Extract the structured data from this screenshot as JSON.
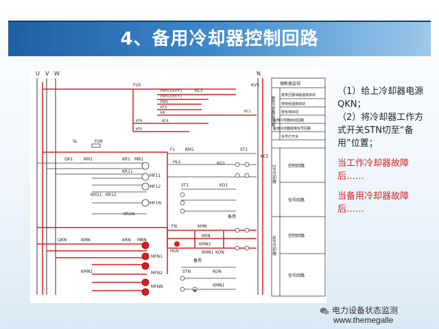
{
  "title": "4、备用冷却器控制回路",
  "notes": {
    "step1": "（1）给上冷却器电源QKN；",
    "step2": "（2）将冷却器工作方式开关STN切至“备用”位置；",
    "case1": "当工作冷却器故障后……",
    "case2": "当备用冷却器故障后……"
  },
  "footer": {
    "brand": "电力设备状态监测",
    "url": "www.themegalle"
  },
  "diagram": {
    "phases": [
      "U",
      "V",
      "W"
    ],
    "neutral": "N",
    "labels": {
      "fu5": "FU5",
      "kvs": "KVS",
      "kc3": "KC3",
      "p0p11": "P0P11(50℃)",
      "p0p12": "P0P12(55℃)",
      "pw1": "PW1",
      "kt3": "KT3",
      "ka": "KA",
      "kt4": "KT4",
      "kc4": "KC4",
      "kt5": "KT5",
      "sl": "SL",
      "fu6": "FU6",
      "qk1": "QK1",
      "km1": "KM1",
      "kr1": "KR1",
      "mb1": "MB1",
      "kr11": "KR11",
      "kr12": "KR12",
      "km11": "KM11",
      "mf11": "MF11",
      "mf12": "MF12",
      "mf1n": "MF1N",
      "kr1n": "KR1N",
      "f1": "F1",
      "hl1": "HL1",
      "st1": "ST1",
      "ko1": "KO1",
      "fn": "FN",
      "kmn": "KMN",
      "krn": "KRN",
      "kmn1": "KMN1",
      "kmn2": "KMN2",
      "hln": "HLN",
      "kon": "KON",
      "stn": "STN",
      "qkn": "QKN",
      "mbn": "MBN",
      "mfn1": "MFN1",
      "mfn2": "MFN2",
      "mfnn": "MFNN",
      "beiyong": "备用",
      "kc5": "KC5",
      "kc1": "KC1"
    },
    "legend_boxes": [
      "熔断器监视",
      "按变压器油面温度启动",
      "按绕组温度启动",
      "按负荷启动",
      "备用冷却器启动回路",
      "备用冷却器故障信号回路",
      "信号灯开关",
      "控制回路",
      "信号回路",
      "控制回路",
      "信号回路"
    ],
    "side_labels": [
      "辅助冷却器控制回路",
      "1号冷却器",
      "N号冷却器"
    ]
  }
}
